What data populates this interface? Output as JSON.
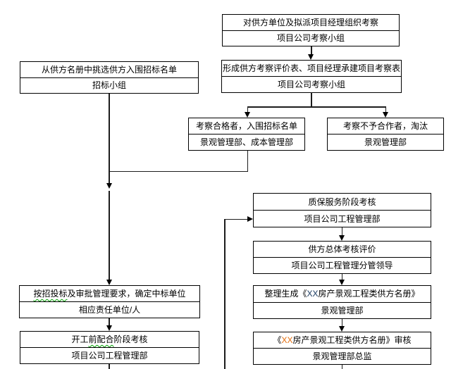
{
  "page": {
    "background": "#ffffff"
  },
  "colors": {
    "box_border": "#000000",
    "text": "#000000",
    "xx_navy": "#17375e",
    "xx_orange": "#e36c0a",
    "spellcheck_wavy_green": "#00a000"
  },
  "boxes": {
    "inspect": {
      "action": "对供方单位及拟派项目经理组织考察",
      "owner": "项目公司考察小组"
    },
    "form": {
      "action": "形成供方考察评价表、项目经理承建项目考察表",
      "owner": "项目公司考察小组"
    },
    "select": {
      "action": "从供方名册中挑选供方入围招标名单",
      "owner": "招标小组"
    },
    "qualified": {
      "action": "考察合格者，入围招标名单",
      "owner": "景观管理部、成本管理部"
    },
    "rejected": {
      "action": "考察不予合作者，淘汰",
      "owner": "景观管理部"
    },
    "confirm": {
      "action_underlined": "按招投标",
      "action_rest": "及审批管理要求，确定中标单位",
      "owner": "相应责任单位/人"
    },
    "prestart": {
      "action_prefix": "开工",
      "action_underlined": "前配合",
      "action_suffix": "阶段考核",
      "owner": "项目公司工程管理部"
    },
    "warranty": {
      "action": "质保服务阶段考核",
      "owner": "项目公司工程管理部"
    },
    "overall": {
      "action": "供方总体考核评价",
      "owner": "项目公司工程管理分管领导"
    },
    "generate": {
      "action_prefix": "整理生成《",
      "action_xx": "XX",
      "action_suffix": " 房产景观工程类供方名册》",
      "owner": "景观管理部"
    },
    "review": {
      "action_prefix": "《",
      "action_xx": "XX",
      "action_suffix": " 房产景观工程类供方名册》审核",
      "owner": "景观管理部总监"
    }
  },
  "edges": [
    {
      "from": "inspect",
      "to": "form"
    },
    {
      "from": "form",
      "to": "qualified"
    },
    {
      "from": "form",
      "to": "rejected"
    },
    {
      "from": "select",
      "to": "confirm"
    },
    {
      "from": "qualified",
      "to": "confirm"
    },
    {
      "from": "confirm",
      "to": "prestart"
    },
    {
      "from": "prestart",
      "to": "off-page-bottom"
    },
    {
      "from": "off-page-bottom",
      "to": "warranty"
    },
    {
      "from": "warranty",
      "to": "overall"
    },
    {
      "from": "overall",
      "to": "generate"
    },
    {
      "from": "generate",
      "to": "review"
    },
    {
      "from": "review",
      "to": "off-page-bottom"
    }
  ]
}
